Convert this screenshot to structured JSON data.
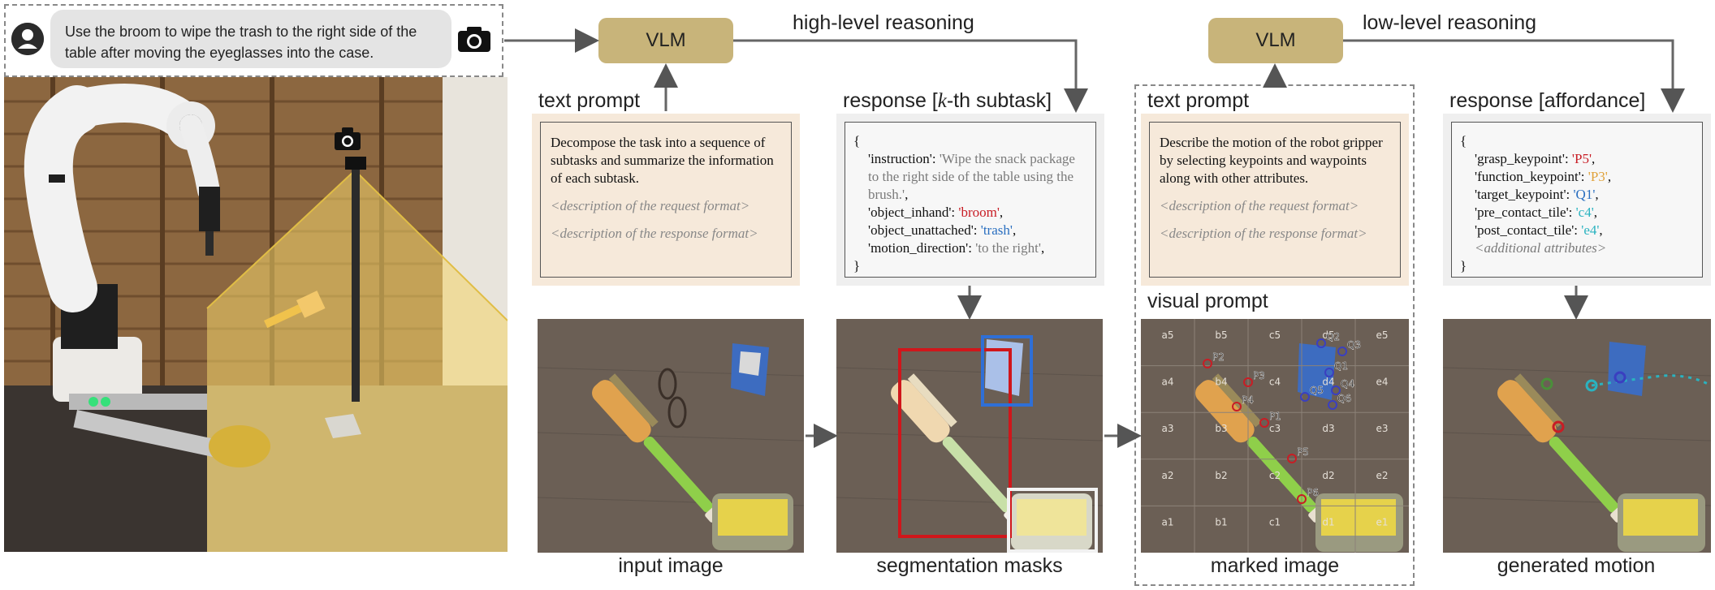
{
  "instruction": {
    "text": "Use the broom to wipe the trash to the right side of the table after moving the eyeglasses into the case."
  },
  "icons": {
    "user": "user-avatar-icon",
    "camera": "camera-icon"
  },
  "colors": {
    "vlm_box": "#c8b47a",
    "prompt_card": "#f6e9da",
    "response_card": "#efefef",
    "mask_red": "#d0161b",
    "mask_blue": "#2f6fd6",
    "mask_white": "#f2f2f2",
    "keypoint_red": "#c81d25",
    "keypoint_orange": "#e0a23a",
    "keypoint_teal": "#2ab3c0",
    "keypoint_blue": "#3a3fc0"
  },
  "stage1": {
    "vlm_label": "VLM",
    "reasoning_label": "high-level reasoning",
    "text_prompt_label": "text prompt",
    "prompt_text": "Decompose the task into a sequence of subtasks and summarize the information of each subtask.",
    "request_format": "<description of the request format>",
    "response_format": "<description of the response format>",
    "response_label_prefix": "response [",
    "response_label_k": "k",
    "response_label_suffix": "-th subtask]",
    "response_lines": {
      "open": "{",
      "instruction_key": "'instruction': ",
      "instruction_val": "'Wipe the snack package to the right side of the table using the brush.'",
      "object_inhand_key": "'object_inhand': ",
      "object_inhand_val": "'broom'",
      "object_unattached_key": "'object_unattached': ",
      "object_unattached_val": "'trash'",
      "motion_direction_key": "'motion_direction': ",
      "motion_direction_val": "'to the right'",
      "close": "}",
      "comma": ","
    }
  },
  "stage2": {
    "vlm_label": "VLM",
    "reasoning_label": "low-level reasoning",
    "text_prompt_label": "text prompt",
    "prompt_text": "Describe the motion of the robot gripper by selecting keypoints and waypoints along with other attributes.",
    "request_format": "<description of the request format>",
    "response_format": "<description of the response format>",
    "visual_prompt_label": "visual prompt",
    "response_label": "response [affordance]",
    "response_lines": {
      "open": "{",
      "grasp_key": "'grasp_keypoint': ",
      "grasp_val": "'P5'",
      "function_key": "'function_keypoint': ",
      "function_val": "'P3'",
      "target_key": "'target_keypoint': ",
      "target_val": "'Q1'",
      "pre_key": "'pre_contact_tile': ",
      "pre_val": "'c4'",
      "post_key": "'post_contact_tile': ",
      "post_val": "'e4'",
      "additional": "<additional attributes>",
      "close": "}",
      "comma": ","
    }
  },
  "captions": {
    "input": "input image",
    "segmentation": "segmentation masks",
    "marked": "marked image",
    "generated": "generated motion"
  },
  "grid": {
    "rows": [
      [
        "a5",
        "b5",
        "c5",
        "d5",
        "e5"
      ],
      [
        "a4",
        "b4",
        "c4",
        "d4",
        "e4"
      ],
      [
        "a3",
        "b3",
        "c3",
        "d3",
        "e3"
      ],
      [
        "a2",
        "b2",
        "c2",
        "d2",
        "e2"
      ],
      [
        "a1",
        "b1",
        "c1",
        "d1",
        "e1"
      ]
    ]
  },
  "keypoints": {
    "P": [
      "P1",
      "P2",
      "P3",
      "P4",
      "P5",
      "P6"
    ],
    "Q": [
      "Q1",
      "Q2",
      "Q3",
      "Q4",
      "Q5",
      "Q6"
    ]
  }
}
